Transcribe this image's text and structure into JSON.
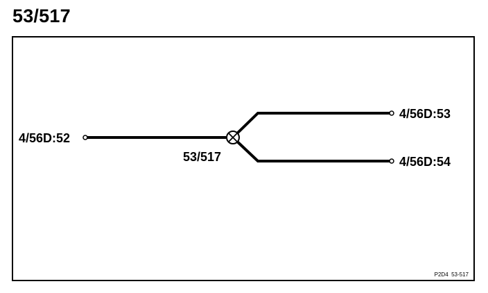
{
  "title": "53/517",
  "splice": {
    "label": "53/517"
  },
  "connections": {
    "input": "4/56D:52",
    "outputs": [
      "4/56D:53",
      "4/56D:54"
    ]
  },
  "reference_code": "P2D4  53-517",
  "colors": {
    "line": "#000000",
    "background": "#ffffff"
  }
}
